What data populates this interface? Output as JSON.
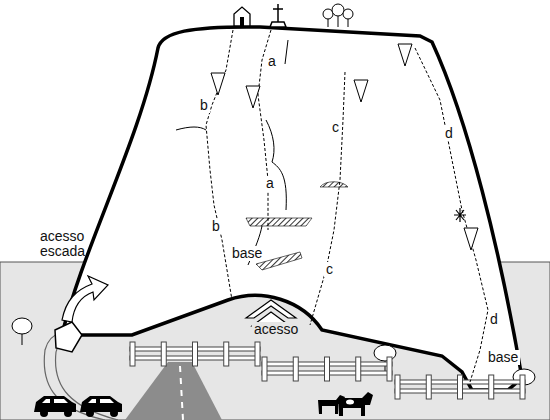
{
  "diagram": {
    "labels": [
      "a",
      "a",
      "b",
      "b",
      "base",
      "c",
      "c",
      "d",
      "d",
      "base",
      "acesso escada",
      "acesso"
    ]
  }
}
